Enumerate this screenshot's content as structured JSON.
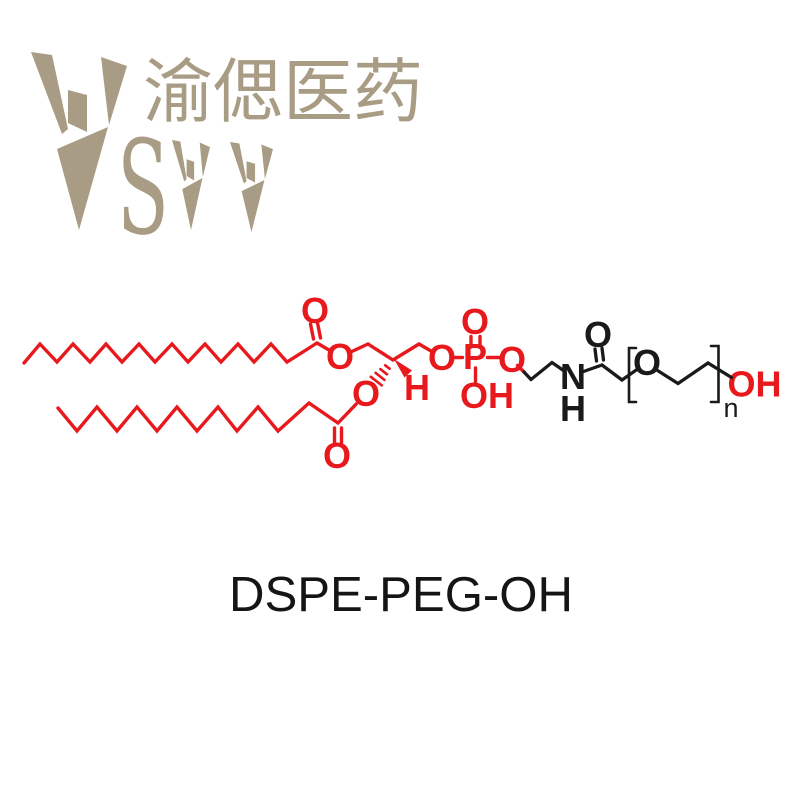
{
  "logo": {
    "company_name_cn": "渝偲医药",
    "wordmark_letter": "S",
    "brand_color": "#a99c84"
  },
  "molecule": {
    "title": "DSPE-PEG-OH",
    "colors": {
      "lipid_red": "#e8191c",
      "peg_black": "#1a1a1a"
    },
    "labels": {
      "carbonyl1_o": "O",
      "ester1_o": "O",
      "ester2_o": "O",
      "carbonyl2_o": "O",
      "chiral_h": "H",
      "phosphate_o_left": "O",
      "phosphate_p": "P",
      "phosphate_o_top": "O",
      "phosphate_oh": "OH",
      "phosphate_o_right": "O",
      "amine_n": "N",
      "amine_h": "H",
      "amide_o": "O",
      "peg_o": "O",
      "repeat_n": "n",
      "terminal_oh": "OH"
    }
  }
}
